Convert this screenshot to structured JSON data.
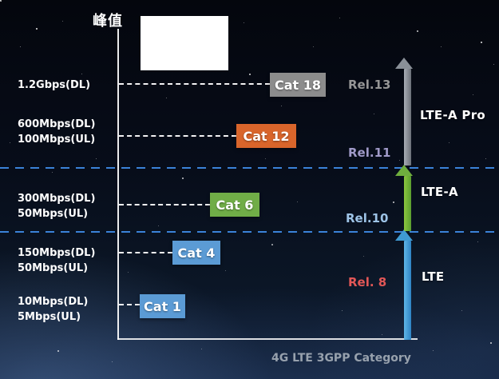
{
  "axis": {
    "y_label": "峰值",
    "x_label": "4G LTE 3GPP Category"
  },
  "categories": [
    {
      "name": "Cat 1",
      "dl": "10Mbps(DL)",
      "ul": "5Mbps(UL)",
      "box_color": "#5b9bd5"
    },
    {
      "name": "Cat 4",
      "dl": "150Mbps(DL)",
      "ul": "50Mbps(UL)",
      "box_color": "#5b9bd5"
    },
    {
      "name": "Cat 6",
      "dl": "300Mbps(DL)",
      "ul": "50Mbps(UL)",
      "box_color": "#70ad47"
    },
    {
      "name": "Cat 12",
      "dl": "600Mbps(DL)",
      "ul": "100Mbps(UL)",
      "box_color": "#d9652b"
    },
    {
      "name": "Cat 18",
      "dl": "1.2Gbps(DL)",
      "ul": "",
      "box_color": "#8c8c8c"
    }
  ],
  "releases": [
    {
      "label": "Rel. 8",
      "color": "#e25757"
    },
    {
      "label": "Rel.10",
      "color": "#9dc3e6"
    },
    {
      "label": "Rel.11",
      "color": "#a09ac8"
    },
    {
      "label": "Rel.13",
      "color": "#969696"
    }
  ],
  "generations": [
    {
      "label": "LTE",
      "arrow_color": "#3f9ad2"
    },
    {
      "label": "LTE-A",
      "arrow_color": "#6fae3e"
    },
    {
      "label": "LTE-A Pro",
      "arrow_color": "#8a9098"
    }
  ],
  "divider_color": "#3b82d8",
  "chart_data": {
    "type": "scatter",
    "title": "4G LTE 3GPP Category",
    "xlabel": "4G LTE 3GPP Category",
    "ylabel": "峰值",
    "grid": false,
    "legend_position": "right",
    "bands": [
      "LTE",
      "LTE-A",
      "LTE-A Pro"
    ],
    "points": [
      {
        "category": "Cat 1",
        "peak_dl": "10Mbps",
        "peak_ul": "5Mbps",
        "release": "Rel. 8",
        "band": "LTE"
      },
      {
        "category": "Cat 4",
        "peak_dl": "150Mbps",
        "peak_ul": "50Mbps",
        "release": "Rel. 8",
        "band": "LTE"
      },
      {
        "category": "Cat 6",
        "peak_dl": "300Mbps",
        "peak_ul": "50Mbps",
        "release": "Rel.10",
        "band": "LTE-A"
      },
      {
        "category": "Cat 12",
        "peak_dl": "600Mbps",
        "peak_ul": "100Mbps",
        "release": "Rel.11",
        "band": "LTE-A Pro"
      },
      {
        "category": "Cat 18",
        "peak_dl": "1.2Gbps",
        "peak_ul": "",
        "release": "Rel.13",
        "band": "LTE-A Pro"
      }
    ]
  }
}
